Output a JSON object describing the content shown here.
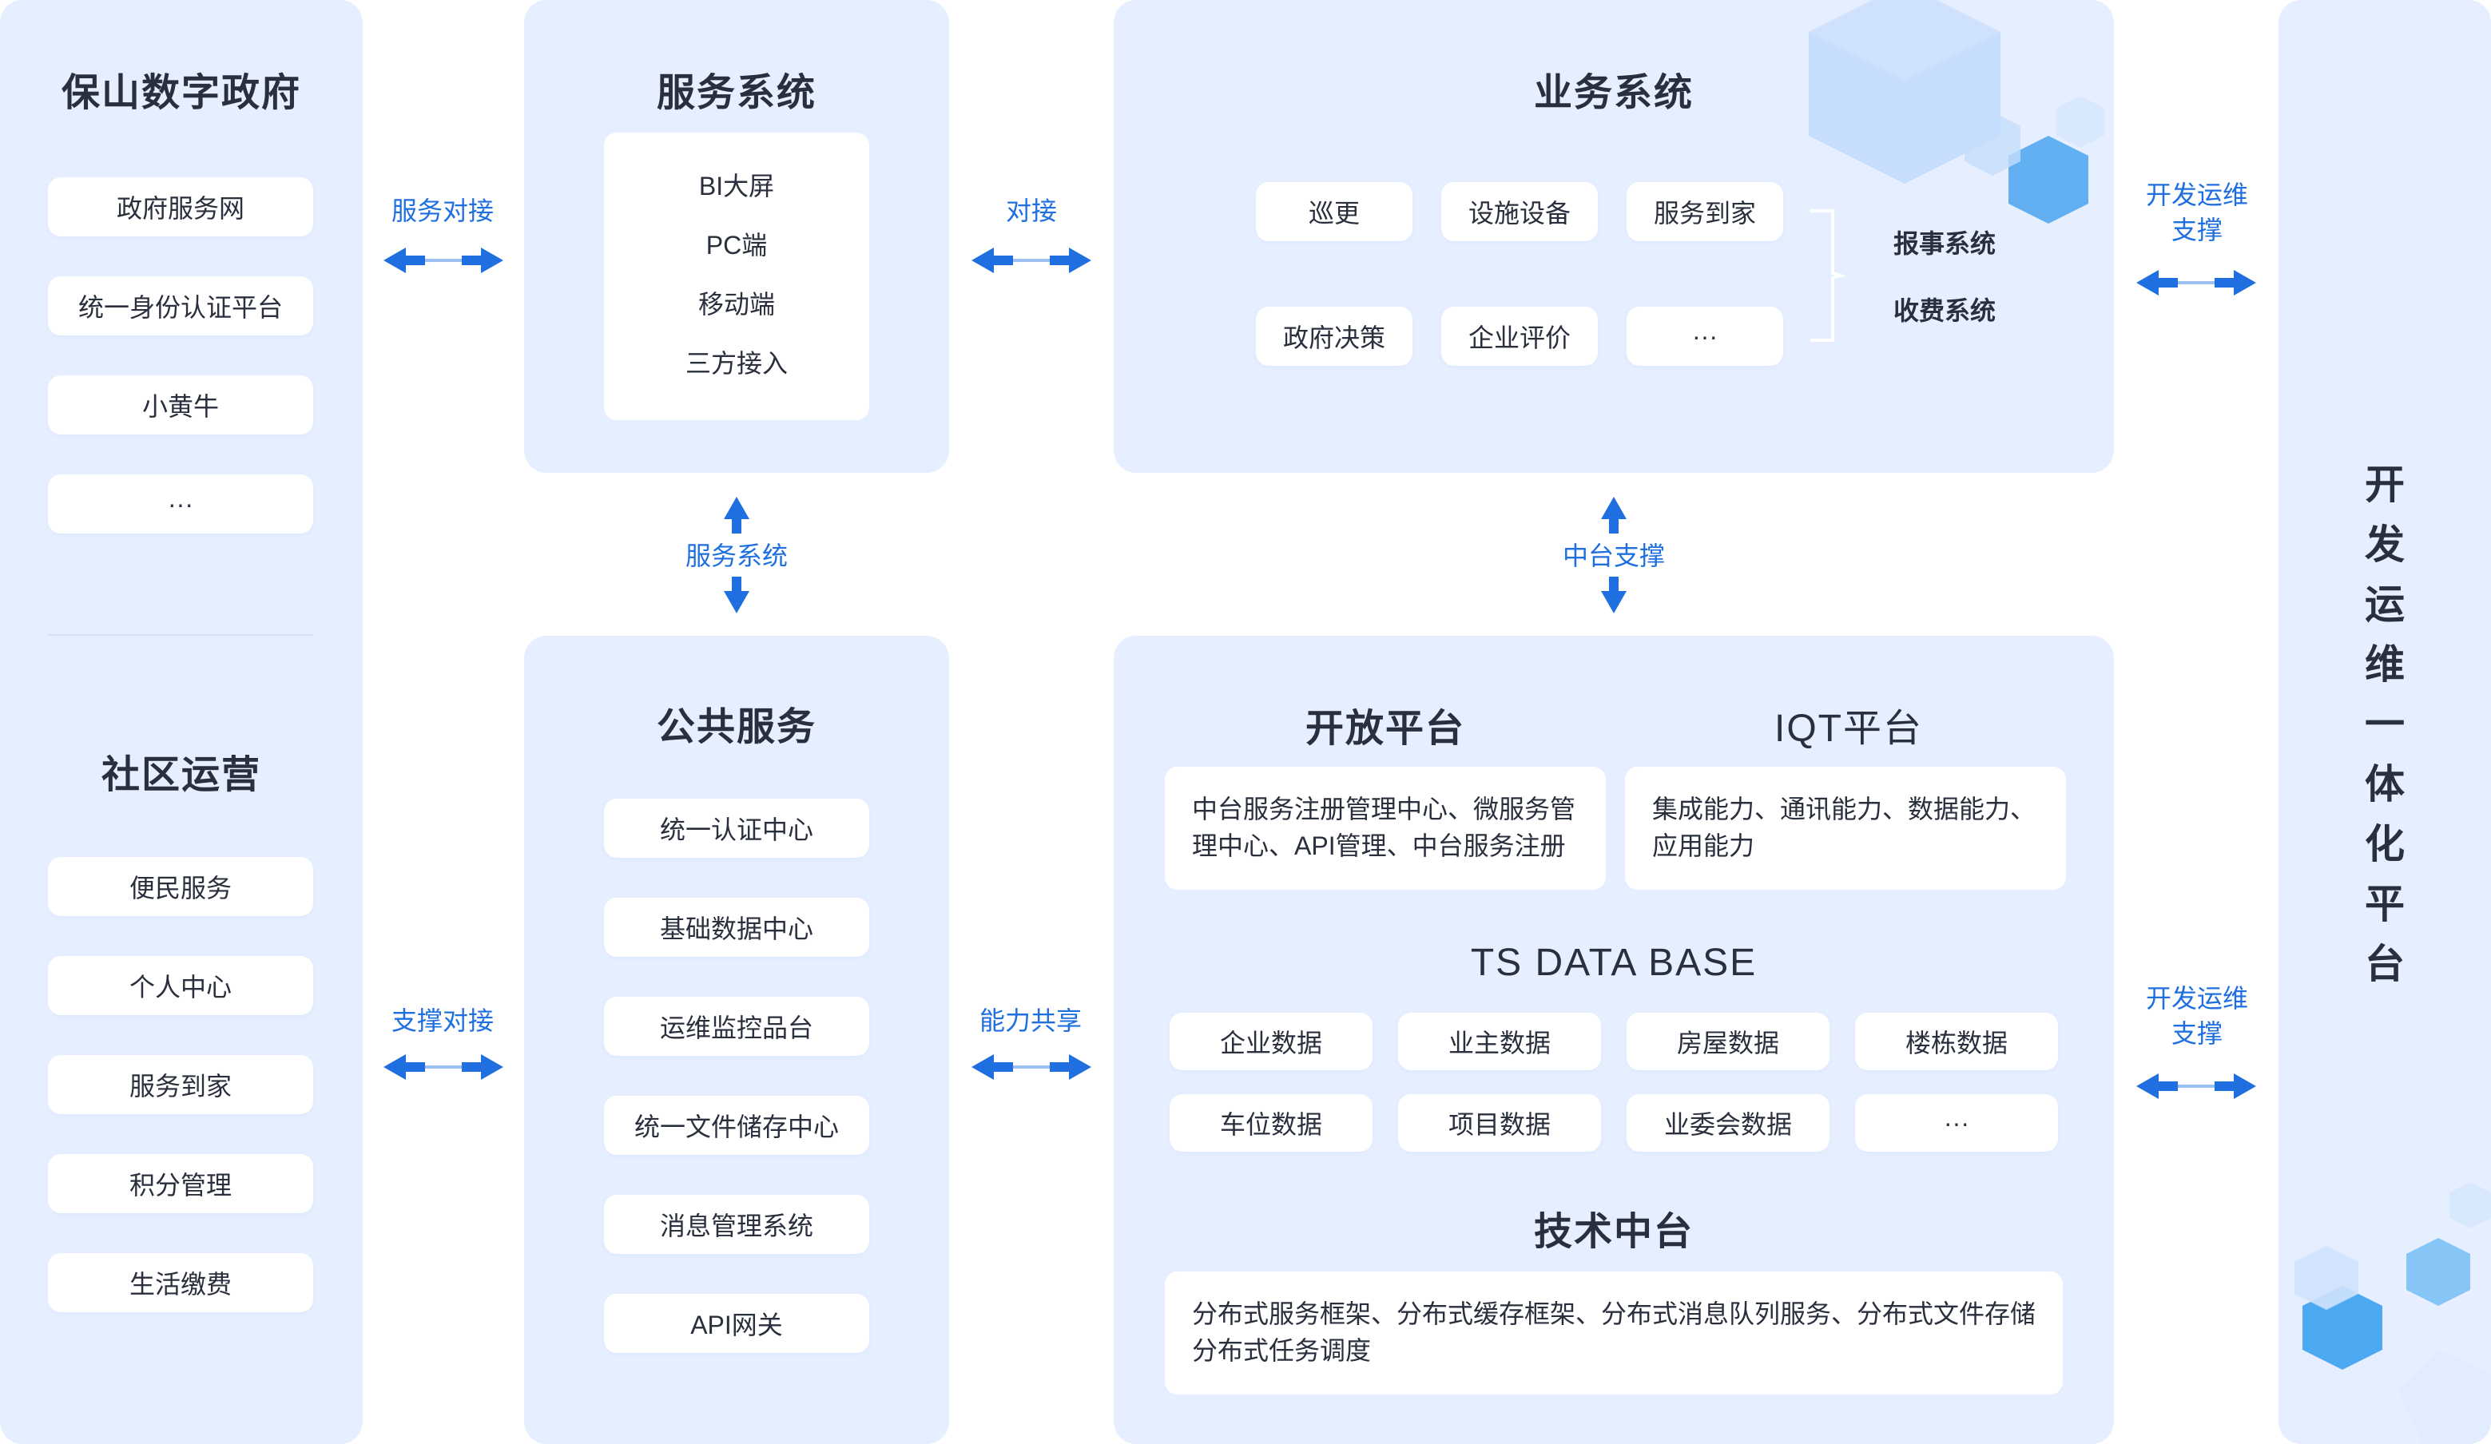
{
  "left_panel": {
    "top_title": "保山数字政府",
    "top_items": [
      "政府服务网",
      "统一身份认证平台",
      "小黄牛",
      "···"
    ],
    "bottom_title": "社区运营",
    "bottom_items": [
      "便民服务",
      "个人中心",
      "服务到家",
      "积分管理",
      "生活缴费"
    ]
  },
  "service_system": {
    "title": "服务系统",
    "items": [
      "BI大屏",
      "PC端",
      "移动端",
      "三方接入"
    ]
  },
  "business_system": {
    "title": "业务系统",
    "row1": [
      "巡更",
      "设施设备",
      "服务到家"
    ],
    "row2": [
      "政府决策",
      "企业评价",
      "···"
    ],
    "side_items": [
      "报事系统",
      "收费系统"
    ]
  },
  "public_service": {
    "title": "公共服务",
    "items": [
      "统一认证中心",
      "基础数据中心",
      "运维监控品台",
      "统一文件储存中心",
      "消息管理系统",
      "API网关"
    ]
  },
  "platform": {
    "open_title": "开放平台",
    "open_desc": "中台服务注册管理中心、微服务管理中心、API管理、中台服务注册",
    "iqt_title": "IQT平台",
    "iqt_desc": "集成能力、通讯能力、数据能力、应用能力",
    "db_title": "TS DATA BASE",
    "db_row1": [
      "企业数据",
      "业主数据",
      "房屋数据",
      "楼栋数据"
    ],
    "db_row2": [
      "车位数据",
      "项目数据",
      "业委会数据",
      "···"
    ],
    "tech_title": "技术中台",
    "tech_desc": "分布式服务框架、分布式缓存框架、分布式消息队列服务、分布式文件存储分布式任务调度"
  },
  "connectors": {
    "service_dock": "服务对接",
    "dock": "对接",
    "support_dock": "支撑对接",
    "capability_share": "能力共享",
    "service_system_v": "服务系统",
    "middle_support": "中台支撑",
    "devops_support_top": "开发运维支撑",
    "devops_support_bottom": "开发运维支撑"
  },
  "right_panel": {
    "title_chars": [
      "开",
      "发",
      "运",
      "维",
      "一",
      "体",
      "化",
      "平",
      "台"
    ]
  },
  "colors": {
    "panel_bg": "#e6efff",
    "accent": "#1f6fe0",
    "text": "#2a2f3d"
  }
}
